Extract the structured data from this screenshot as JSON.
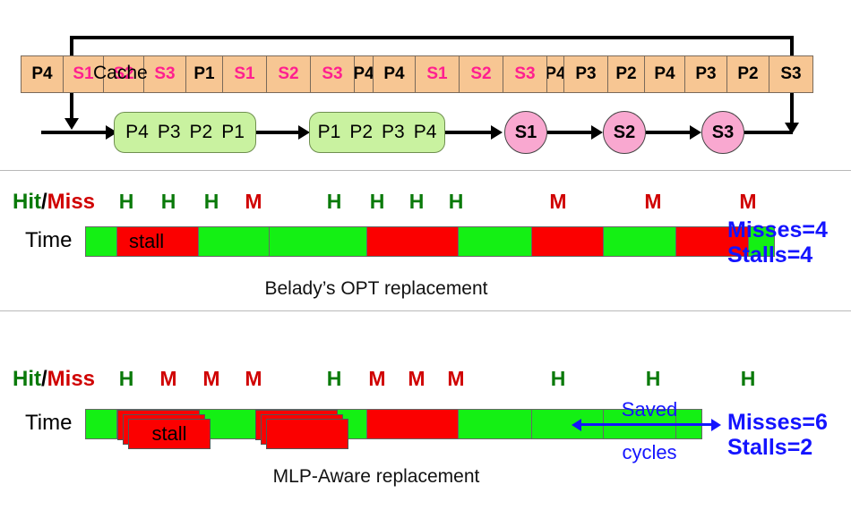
{
  "diagram": {
    "overlay_label": "Cache",
    "sequence": [
      {
        "text": "P4",
        "kind": "proc",
        "w": 48
      },
      {
        "text": "S1",
        "kind": "stream",
        "w": 46
      },
      {
        "text": "S2",
        "kind": "stream",
        "w": 46
      },
      {
        "text": "S3",
        "kind": "stream",
        "w": 48
      },
      {
        "text": "P1",
        "kind": "proc",
        "w": 42
      },
      {
        "text": "S1",
        "kind": "stream",
        "w": 50
      },
      {
        "text": "S2",
        "kind": "stream",
        "w": 50
      },
      {
        "text": "S3",
        "kind": "stream",
        "w": 50
      },
      {
        "text": "P4",
        "kind": "proc",
        "w": 22
      },
      {
        "text": "P4",
        "kind": "proc",
        "w": 48
      },
      {
        "text": "S1",
        "kind": "stream",
        "w": 50
      },
      {
        "text": "S2",
        "kind": "stream",
        "w": 50
      },
      {
        "text": "S3",
        "kind": "stream",
        "w": 50
      },
      {
        "text": "P4",
        "kind": "proc",
        "w": 20
      },
      {
        "text": "P3",
        "kind": "proc",
        "w": 50
      },
      {
        "text": "P2",
        "kind": "proc",
        "w": 42
      },
      {
        "text": "P4",
        "kind": "proc",
        "w": 46
      },
      {
        "text": "P3",
        "kind": "proc",
        "w": 48
      },
      {
        "text": "P2",
        "kind": "proc",
        "w": 48
      },
      {
        "text": "S3",
        "kind": "proc",
        "w": 50
      }
    ],
    "group_left": [
      "P4",
      "P3",
      "P2",
      "P1"
    ],
    "group_right": [
      "P1",
      "P2",
      "P3",
      "P4"
    ],
    "circles": [
      "S1",
      "S2",
      "S3"
    ]
  },
  "panel_opt": {
    "hitmiss_label": {
      "hit": "Hit",
      "slash": "/",
      "miss": "Miss"
    },
    "time_label": "Time",
    "markers": [
      "H",
      "H",
      "H",
      "M",
      "H",
      "H",
      "H",
      "H",
      "M",
      "M",
      "M"
    ],
    "stall_text": "stall",
    "caption": "Belady’s OPT replacement",
    "stats_line1": "Misses=4",
    "stats_line2": "Stalls=4",
    "timeline": [
      {
        "type": "green",
        "w": 36
      },
      {
        "type": "red",
        "w": 92
      },
      {
        "type": "green",
        "w": 80
      },
      {
        "type": "green",
        "w": 110
      },
      {
        "type": "red",
        "w": 103
      },
      {
        "type": "green",
        "w": 83
      },
      {
        "type": "red",
        "w": 81
      },
      {
        "type": "green",
        "w": 82
      },
      {
        "type": "red",
        "w": 82
      },
      {
        "type": "green",
        "w": 30
      }
    ]
  },
  "panel_mlp": {
    "hitmiss_label": {
      "hit": "Hit",
      "slash": "/",
      "miss": "Miss"
    },
    "time_label": "Time",
    "markers": [
      "H",
      "M",
      "M",
      "M",
      "H",
      "M",
      "M",
      "M",
      "H",
      "H",
      "H"
    ],
    "stall_text": "stall",
    "caption": "MLP-Aware replacement",
    "stats_line1": "Misses=6",
    "stats_line2": "Stalls=2",
    "saved_line1": "Saved",
    "saved_line2": "cycles",
    "timeline": [
      {
        "type": "green",
        "w": 36
      },
      {
        "type": "red",
        "w": 92
      },
      {
        "type": "green",
        "w": 80
      },
      {
        "type": "green",
        "w": 110
      },
      {
        "type": "red",
        "w": 103
      },
      {
        "type": "green",
        "w": 83
      },
      {
        "type": "green",
        "w": 81
      },
      {
        "type": "green",
        "w": 82
      },
      {
        "type": "green",
        "w": 30
      }
    ]
  },
  "colors": {
    "sequence_cell": "#f7c693",
    "stream_text": "#ff1f8f",
    "group_box": "#c9f2a0",
    "circle": "#f9a8d0",
    "hit": "#0a7a0a",
    "miss": "#d00000",
    "green_seg": "#14f014",
    "red_seg": "#fb0000",
    "stats": "#1414ff"
  }
}
